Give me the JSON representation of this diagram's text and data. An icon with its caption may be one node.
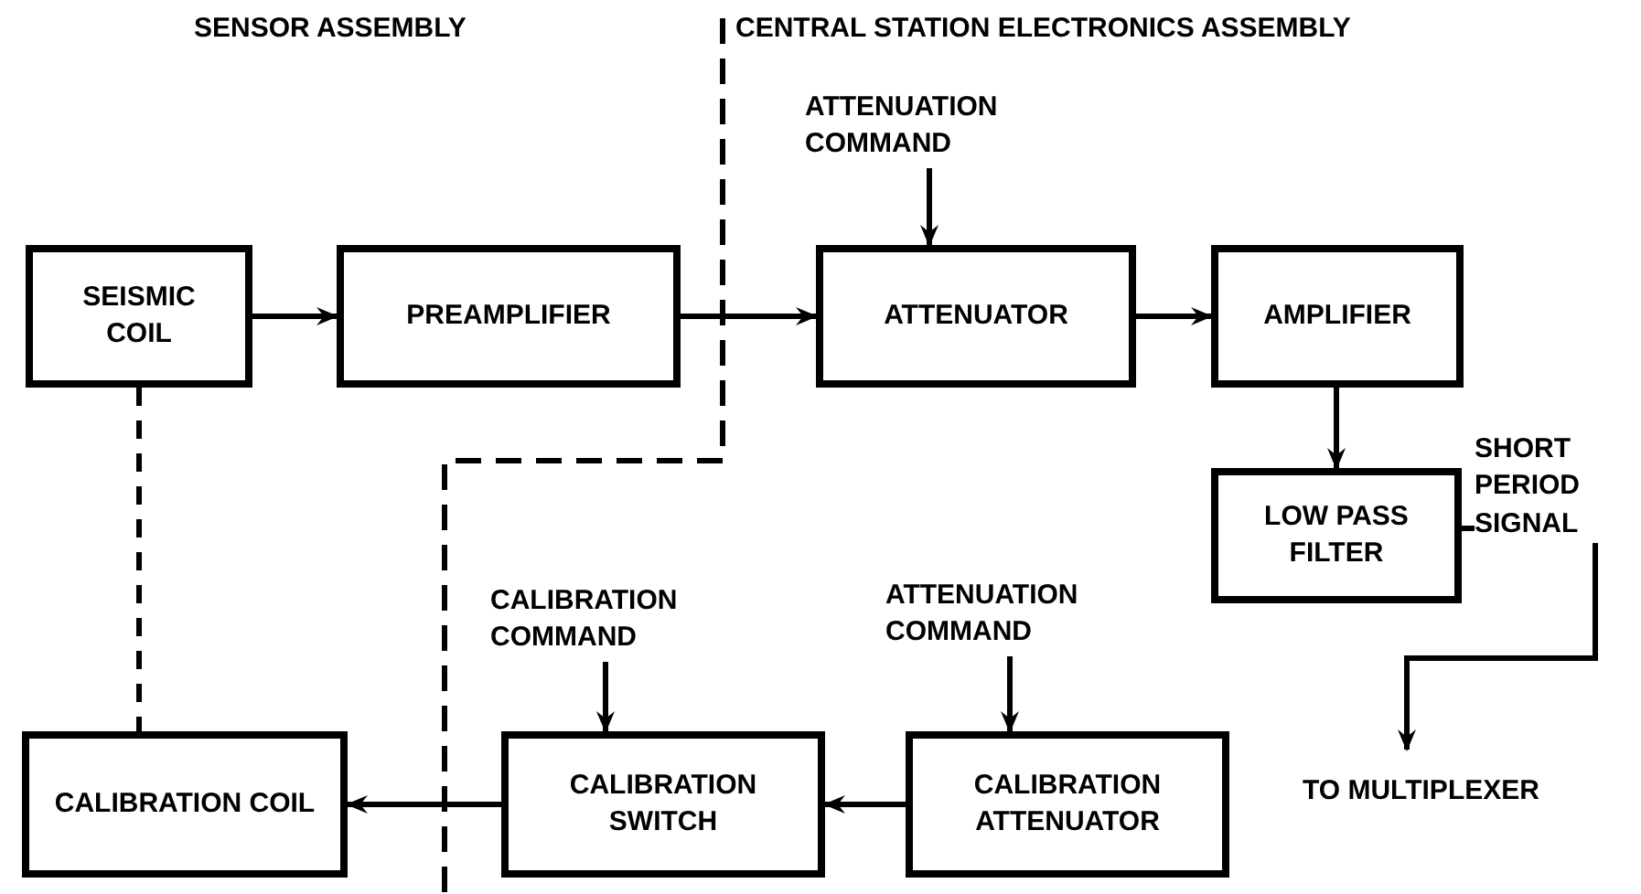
{
  "diagram": {
    "nodes": [
      {
        "text": [
          "SEISMIC COIL"
        ]
      },
      {
        "text": [
          "PREAMPLIFIER"
        ]
      },
      {
        "text": [
          "ATTENUATOR"
        ]
      },
      {
        "text": [
          "AMPLIFIER"
        ]
      },
      {
        "text": [
          "LOW PASS FILTER"
        ]
      },
      {
        "text": [
          "CALIBRATION COIL"
        ]
      },
      {
        "text": [
          "CALIBRATION SWITCH"
        ]
      },
      {
        "text": [
          "CALIBRATION ATTENUATOR"
        ]
      },
      {
        "text": [
          "ATTENUATION COMMAND"
        ]
      },
      {
        "text": [
          "CALIBRATION COMMAND"
        ]
      },
      {
        "text": [
          "ATTENUATION COMMAND"
        ]
      },
      {
        "text": [
          "TO MULTIPLEXER"
        ]
      }
    ],
    "edges": [
      {
        "from": 0,
        "to": 1,
        "arrow": "to"
      },
      {
        "from": 1,
        "to": 2,
        "arrow": "to"
      },
      {
        "from": 8,
        "to": 2,
        "arrow": "to"
      },
      {
        "from": 2,
        "to": 3,
        "arrow": "to"
      },
      {
        "from": 3,
        "to": 4,
        "arrow": "to"
      },
      {
        "from": 4,
        "to": 11,
        "arrow": "to",
        "label": "SHORT PERIOD SIGNAL"
      },
      {
        "from": 0,
        "to": 5,
        "arrow": "none",
        "style": "dashed"
      },
      {
        "from": 9,
        "to": 6,
        "arrow": "to"
      },
      {
        "from": 10,
        "to": 7,
        "arrow": "to"
      },
      {
        "from": 7,
        "to": 6,
        "arrow": "to"
      },
      {
        "from": 6,
        "to": 5,
        "arrow": "to"
      }
    ],
    "labels": [
      "SENSOR ASSEMBLY",
      "CENTRAL STATION ELECTRONICS ASSEMBLY"
    ]
  }
}
